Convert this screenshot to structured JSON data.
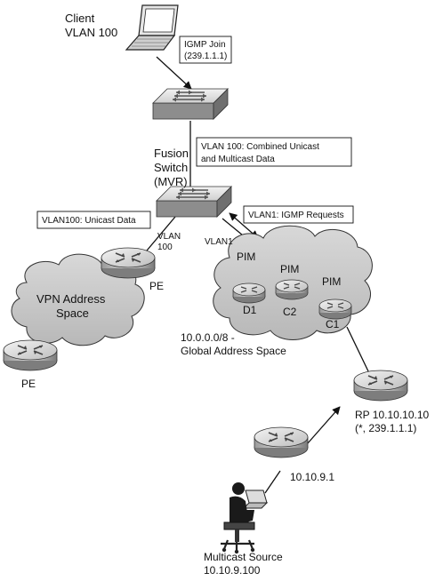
{
  "client": {
    "title": "Client",
    "vlan": "VLAN 100"
  },
  "igmp_join": {
    "line1": "IGMP Join",
    "line2": "(239.1.1.1)"
  },
  "fusion": {
    "line1": "Fusion",
    "line2": "Switch",
    "line3": "(MVR)"
  },
  "combined_note": {
    "line1": "VLAN 100: Combined Unicast",
    "line2": "and Multicast Data"
  },
  "unicast_note": "VLAN100: Unicast Data",
  "igmp_requests_note": "VLAN1: IGMP Requests",
  "vlan100_label": {
    "line1": "VLAN",
    "line2": "100"
  },
  "vlan1_label": "VLAN1",
  "pe_labels": [
    "PE",
    "PE"
  ],
  "vpn_cloud": {
    "line1": "VPN Address",
    "line2": "Space"
  },
  "pim_routers": [
    {
      "pim": "PIM",
      "name": "D1"
    },
    {
      "pim": "PIM",
      "name": "C2"
    },
    {
      "pim": "PIM",
      "name": "C1"
    }
  ],
  "global_space": {
    "line1": "10.0.0.0/8 -",
    "line2": "Global Address Space"
  },
  "rp": {
    "line1": "RP 10.10.10.10",
    "line2": "(*, 239.1.1.1)"
  },
  "router_10_10_9_1": "10.10.9.1",
  "source": {
    "line1": "Multicast Source",
    "line2": "10.10.9.100"
  },
  "colors": {
    "device_light": "#e2e2e2",
    "device_dark": "#8a8a8a",
    "cloud": "#c9c9c9"
  }
}
